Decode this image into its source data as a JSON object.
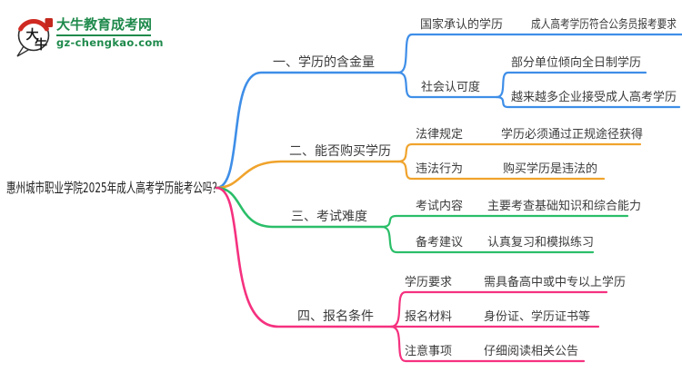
{
  "site": {
    "name": "大牛教育成考网",
    "url": "gz-chengkao.com",
    "logo_glyph_1": "大",
    "logo_glyph_2": "牛",
    "brand_color": "#1F8A4C"
  },
  "icons": {
    "logo": "daniu-bull-speech-bubble-logo"
  },
  "colors": {
    "blue": "#3E8EE8",
    "orange": "#F0A32C",
    "green": "#2BBE69",
    "pink": "#F5317F",
    "text": "#3B3B3B",
    "root_text": "#222222"
  },
  "root": {
    "label": "惠州城市职业学院2025年成人高考学历能考公吗？"
  },
  "branches": [
    {
      "label": "一、学历的含金量",
      "color": "#3E8EE8",
      "children": [
        {
          "label": "国家承认的学历",
          "children": [
            {
              "label": "成人高考学历符合公务员报考要求"
            }
          ]
        },
        {
          "label": "社会认可度",
          "children": [
            {
              "label": "部分单位倾向全日制学历"
            },
            {
              "label": "越来越多企业接受成人高考学历"
            }
          ]
        }
      ]
    },
    {
      "label": "二、能否购买学历",
      "color": "#F0A32C",
      "children": [
        {
          "label": "法律规定",
          "children": [
            {
              "label": "学历必须通过正规途径获得"
            }
          ]
        },
        {
          "label": "违法行为",
          "children": [
            {
              "label": "购买学历是违法的"
            }
          ]
        }
      ]
    },
    {
      "label": "三、考试难度",
      "color": "#2BBE69",
      "children": [
        {
          "label": "考试内容",
          "children": [
            {
              "label": "主要考查基础知识和综合能力"
            }
          ]
        },
        {
          "label": "备考建议",
          "children": [
            {
              "label": "认真复习和模拟练习"
            }
          ]
        }
      ]
    },
    {
      "label": "四、报名条件",
      "color": "#F5317F",
      "children": [
        {
          "label": "学历要求",
          "children": [
            {
              "label": "需具备高中或中专以上学历"
            }
          ]
        },
        {
          "label": "报名材料",
          "children": [
            {
              "label": "身份证、学历证书等"
            }
          ]
        },
        {
          "label": "注意事项",
          "children": [
            {
              "label": "仔细阅读相关公告"
            }
          ]
        }
      ]
    }
  ]
}
